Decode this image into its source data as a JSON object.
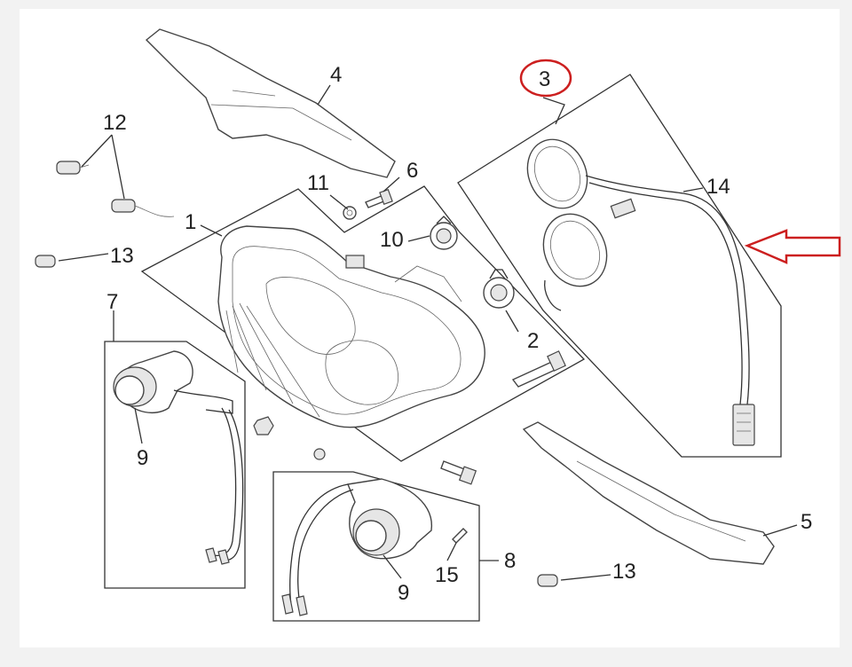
{
  "diagram": {
    "callouts": {
      "n1": "1",
      "n2": "2",
      "n3": "3",
      "n4": "4",
      "n5": "5",
      "n6": "6",
      "n7": "7",
      "n8": "8",
      "n9a": "9",
      "n9b": "9",
      "n10": "10",
      "n11": "11",
      "n12": "12",
      "n13a": "13",
      "n13b": "13",
      "n14": "14",
      "n15": "15"
    },
    "highlight": {
      "circled_callout": "3",
      "circle_color": "#cc1f1f",
      "arrow_color": "#cc1f1f"
    },
    "colors": {
      "background": "#ffffff",
      "line": "#333333"
    }
  }
}
